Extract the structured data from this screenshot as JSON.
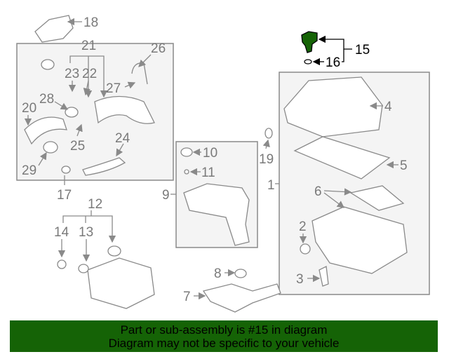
{
  "callouts": {
    "c1": "1",
    "c2": "2",
    "c3": "3",
    "c4": "4",
    "c5": "5",
    "c6": "6",
    "c7": "7",
    "c8": "8",
    "c9": "9",
    "c10": "10",
    "c11": "11",
    "c12": "12",
    "c13": "13",
    "c14": "14",
    "c15": "15",
    "c16": "16",
    "c17": "17",
    "c18": "18",
    "c19": "19",
    "c20": "20",
    "c21": "21",
    "c22": "22",
    "c23": "23",
    "c24": "24",
    "c25": "25",
    "c26": "26",
    "c27": "27",
    "c28": "28",
    "c29": "29"
  },
  "banner": {
    "line1": "Part or sub-assembly is #15 in diagram",
    "line2": "Diagram may not be specific to your vehicle"
  },
  "colors": {
    "highlight": "#156306",
    "line": "#8a8a8a"
  }
}
